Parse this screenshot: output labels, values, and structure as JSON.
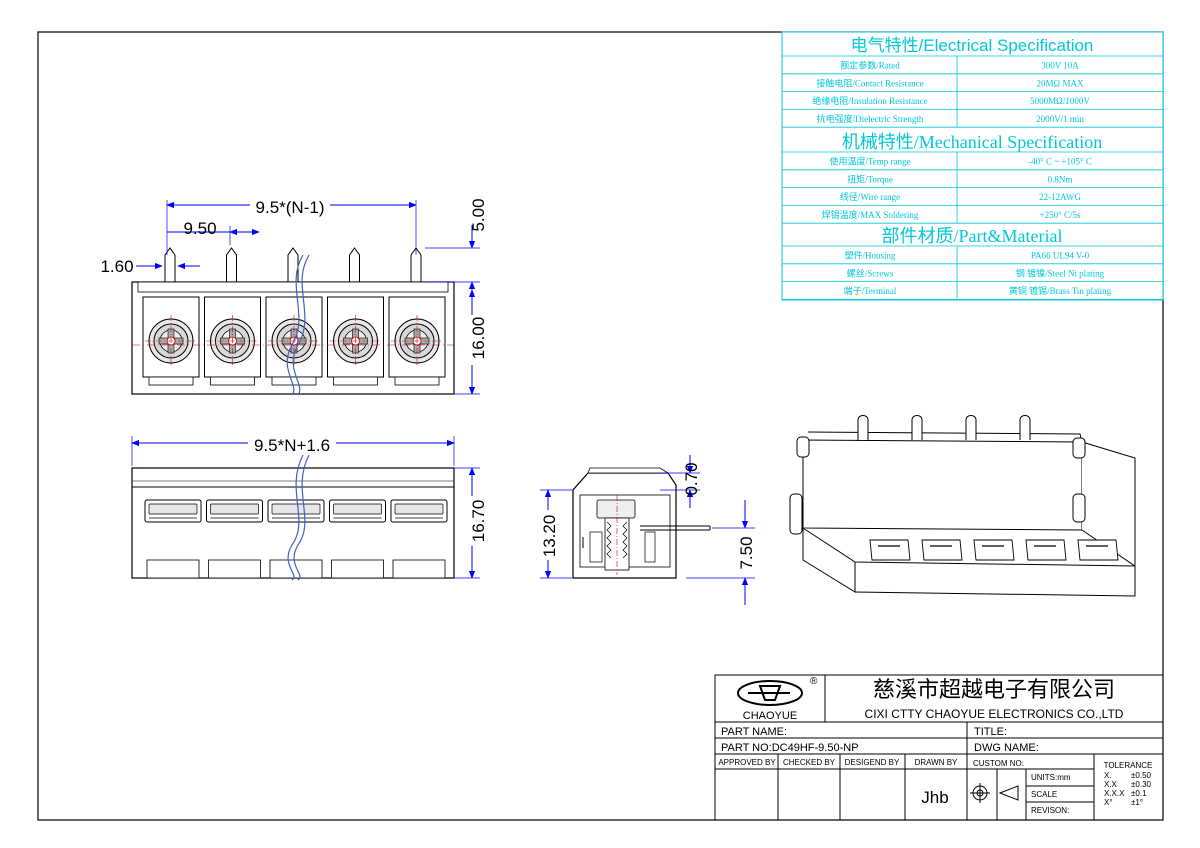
{
  "colors": {
    "line": "#000000",
    "spec": "#00c8d8",
    "center": "#d00000",
    "dim": "#0000ff"
  },
  "dims": {
    "pitch_total": "9.5*(N-1)",
    "pitch": "9.50",
    "pin_width": "1.60",
    "pin_height": "5.00",
    "body_height": "16.00",
    "length_total": "9.5*N+1.6",
    "side_height": "16.70",
    "side_total": "13.20",
    "side_offset": "0.70",
    "side_pin": "7.50"
  },
  "spec": {
    "electrical_title": "电气特性/Electrical Specification",
    "electrical": [
      {
        "label": "额定参数/Rated",
        "value": "300V 10A"
      },
      {
        "label": "接触电阻/Contact Resistance",
        "value": "20MΩ MAX"
      },
      {
        "label": "绝缘电阻/Insulation Resistance",
        "value": "5000MΩ/1000V"
      },
      {
        "label": "抗电强度/Dielectric Strength",
        "value": "2000V/1 min"
      }
    ],
    "mechanical_title": "机械特性/Mechanical Specification",
    "mechanical": [
      {
        "label": "使用温度/Temp range",
        "value": "-40° C ~ +105° C"
      },
      {
        "label": "扭矩/Torque",
        "value": "0.8Nm"
      },
      {
        "label": "线径/Wire range",
        "value": "22-12AWG"
      },
      {
        "label": "焊锡温度/MAX Soldering",
        "value": "+250° C/5s"
      }
    ],
    "material_title": "部件材质/Part&Material",
    "material": [
      {
        "label": "塑件/Housing",
        "value": "PA66 UL94 V-0"
      },
      {
        "label": "螺丝/Screws",
        "value": "钢 镀镍/Steel Ni plating"
      },
      {
        "label": "端子/Terminal",
        "value": "黄铜 镀锡/Brass Tin  plating"
      }
    ]
  },
  "title_block": {
    "logo_text": "CHAOYUE",
    "registered": "®",
    "company_cn": "慈溪市超越电子有限公司",
    "company_en": "CIXI CTTY CHAOYUE ELECTRONICS CO.,LTD",
    "part_name": "PART NAME:",
    "title": "TITLE:",
    "part_no": "PART NO:DC49HF-9.50-NP",
    "dwg_name": "DWG NAME:",
    "approved_by": "APPROVED BY",
    "checked_by": "CHECKED BY",
    "designed_by": "DESIGEND BY",
    "drawn_by": "DRAWN BY",
    "drawn_by_value": "Jhb",
    "custom_no": "CUSTOM NO:",
    "units": "UNITS:mm",
    "scale": "SCALE",
    "revision": "REVISON:",
    "tolerance": "TOLERANCE",
    "tolerance_rows": [
      {
        "k": "X.",
        "v": "±0.50"
      },
      {
        "k": "X.X",
        "v": "±0.30"
      },
      {
        "k": "X.X.X",
        "v": "±0.1"
      },
      {
        "k": "X°",
        "v": "±1°"
      }
    ]
  }
}
